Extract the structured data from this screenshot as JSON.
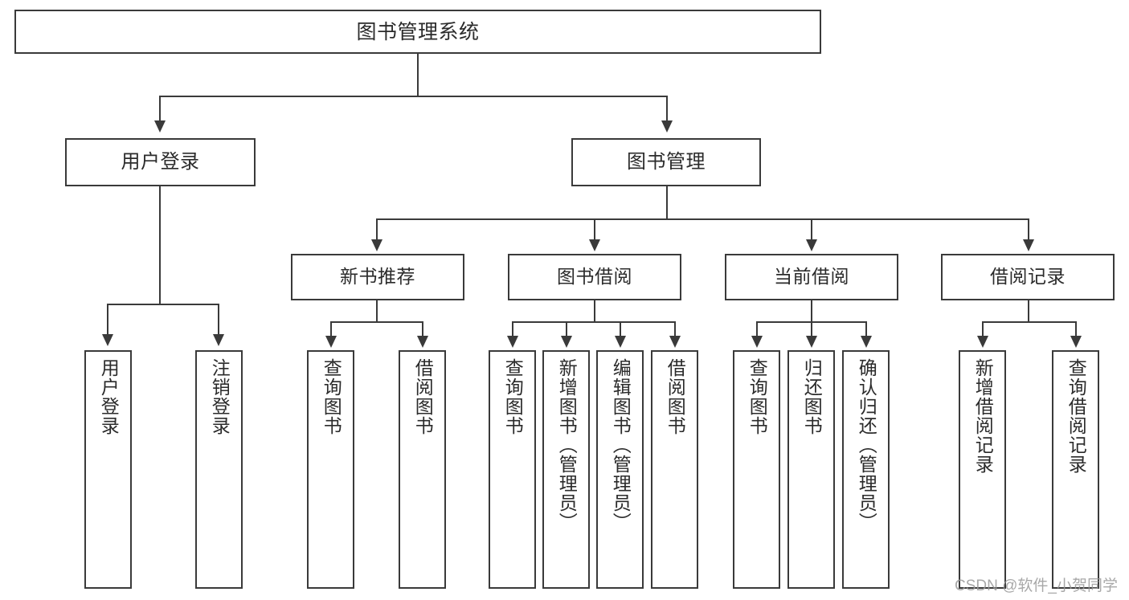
{
  "diagram": {
    "title": "图书管理系统",
    "type": "hierarchy-tree",
    "root": {
      "label": "图书管理系统"
    },
    "tier2": [
      {
        "label": "用户登录"
      },
      {
        "label": "图书管理"
      }
    ],
    "tier3": [
      {
        "label": "新书推荐"
      },
      {
        "label": "图书借阅"
      },
      {
        "label": "当前借阅"
      },
      {
        "label": "借阅记录"
      }
    ],
    "leaves": [
      {
        "label": "用户登录"
      },
      {
        "label": "注销登录"
      },
      {
        "label": "查询图书"
      },
      {
        "label": "借阅图书"
      },
      {
        "label": "查询图书"
      },
      {
        "label": "新增图书（管理员）"
      },
      {
        "label": "编辑图书（管理员）"
      },
      {
        "label": "借阅图书"
      },
      {
        "label": "查询图书"
      },
      {
        "label": "归还图书"
      },
      {
        "label": "确认归还（管理员）"
      },
      {
        "label": "新增借阅记录"
      },
      {
        "label": "查询借阅记录"
      }
    ]
  },
  "watermark": {
    "text": "CSDN @软件_小贺同学"
  },
  "colors": {
    "border": "#3a3a3a",
    "text": "#2b2b2b",
    "background": "#ffffff",
    "watermark": "#9a9a9a"
  }
}
